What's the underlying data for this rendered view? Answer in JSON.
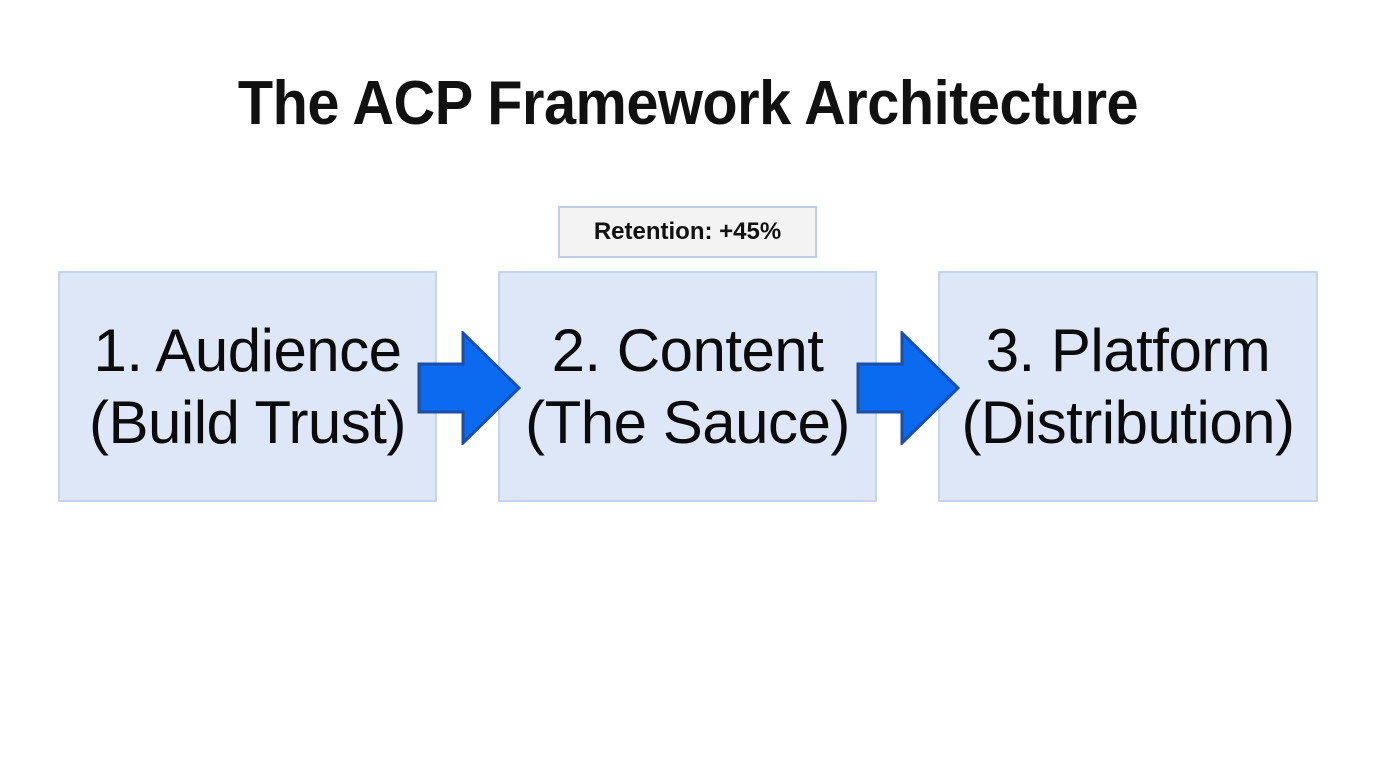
{
  "slide": {
    "title": "The ACP Framework Architecture",
    "background_color": "#ffffff"
  },
  "badge": {
    "label": "Retention: +45%",
    "fill_color": "#f3f3f3",
    "border_color": "#bcd0e8"
  },
  "flow": {
    "box_fill_color": "#dde7f8",
    "box_border_color": "#c4d6ee",
    "arrow_color": "#0a6bf0",
    "arrow_border_color": "#1b4ea8",
    "steps": [
      {
        "line1": "1. Audience",
        "line2": "(Build Trust)"
      },
      {
        "line1": "2. Content",
        "line2": "(The Sauce)"
      },
      {
        "line1": "3. Platform",
        "line2": "(Distribution)"
      }
    ],
    "connectors": [
      {
        "name": "arrow-right-icon"
      },
      {
        "name": "arrow-right-icon"
      }
    ]
  }
}
